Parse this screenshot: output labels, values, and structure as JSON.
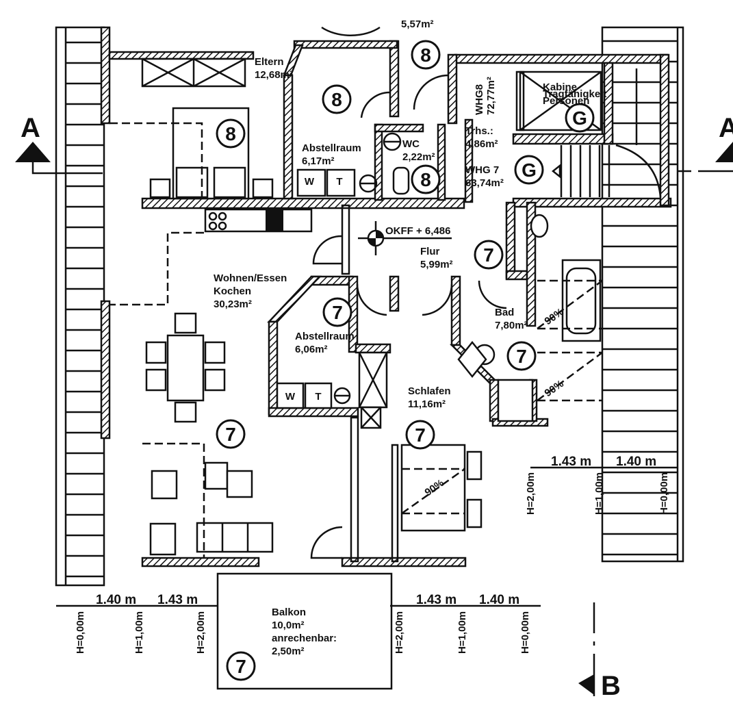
{
  "plan": {
    "rooms": [
      {
        "name": "Eltern",
        "area": "12,68m²",
        "unit": "8"
      },
      {
        "name": "Abstellraum",
        "area": "6,17m²",
        "unit": "8"
      },
      {
        "name": "WC",
        "area": "2,22m²",
        "unit": "8"
      },
      {
        "name": "Wohnen/Essen",
        "name2": "Kochen",
        "area": "30,23m²",
        "unit": "7"
      },
      {
        "name": "Flur",
        "area": "5,99m²",
        "unit": "7"
      },
      {
        "name": "Abstellraum",
        "area": "6,06m²",
        "unit": "7"
      },
      {
        "name": "Bad",
        "area": "7,80m²",
        "unit": "7"
      },
      {
        "name": "Schlafen",
        "area": "11,16m²",
        "unit": "7"
      },
      {
        "name": "Balkon",
        "area": "10,0m²",
        "extra_label": "anrechenbar:",
        "extra_value": "2,50m²",
        "unit": "7"
      }
    ],
    "stair": {
      "trh_label": "Trhs.:",
      "trh_area": "4,86m²",
      "whg8_label": "WHG8",
      "whg8_area": "72,77m²",
      "whg7_label": "WHG 7",
      "whg7_area": "63,74m²",
      "elevator_lines": [
        "Kabine",
        "Tragfähigkeit",
        "Personen"
      ]
    },
    "top_cut_area": "5,57m²",
    "level": "OKFF + 6,486",
    "unit_markers": {
      "u8": "8",
      "u7": "7",
      "common": "G"
    },
    "appliances": {
      "washer": "W",
      "dryer": "T"
    },
    "sections": {
      "a": "A",
      "b": "B"
    },
    "dims": {
      "right": [
        "1.43 m",
        "1.40 m"
      ],
      "bottom_left": [
        "1.40 m",
        "1.43 m"
      ],
      "bottom_right": [
        "1.43 m",
        "1.40 m"
      ]
    },
    "heights": {
      "h0": "H=0,00m",
      "h1": "H=1,00m",
      "h2": "H=2,00m"
    },
    "slope": "90%"
  }
}
